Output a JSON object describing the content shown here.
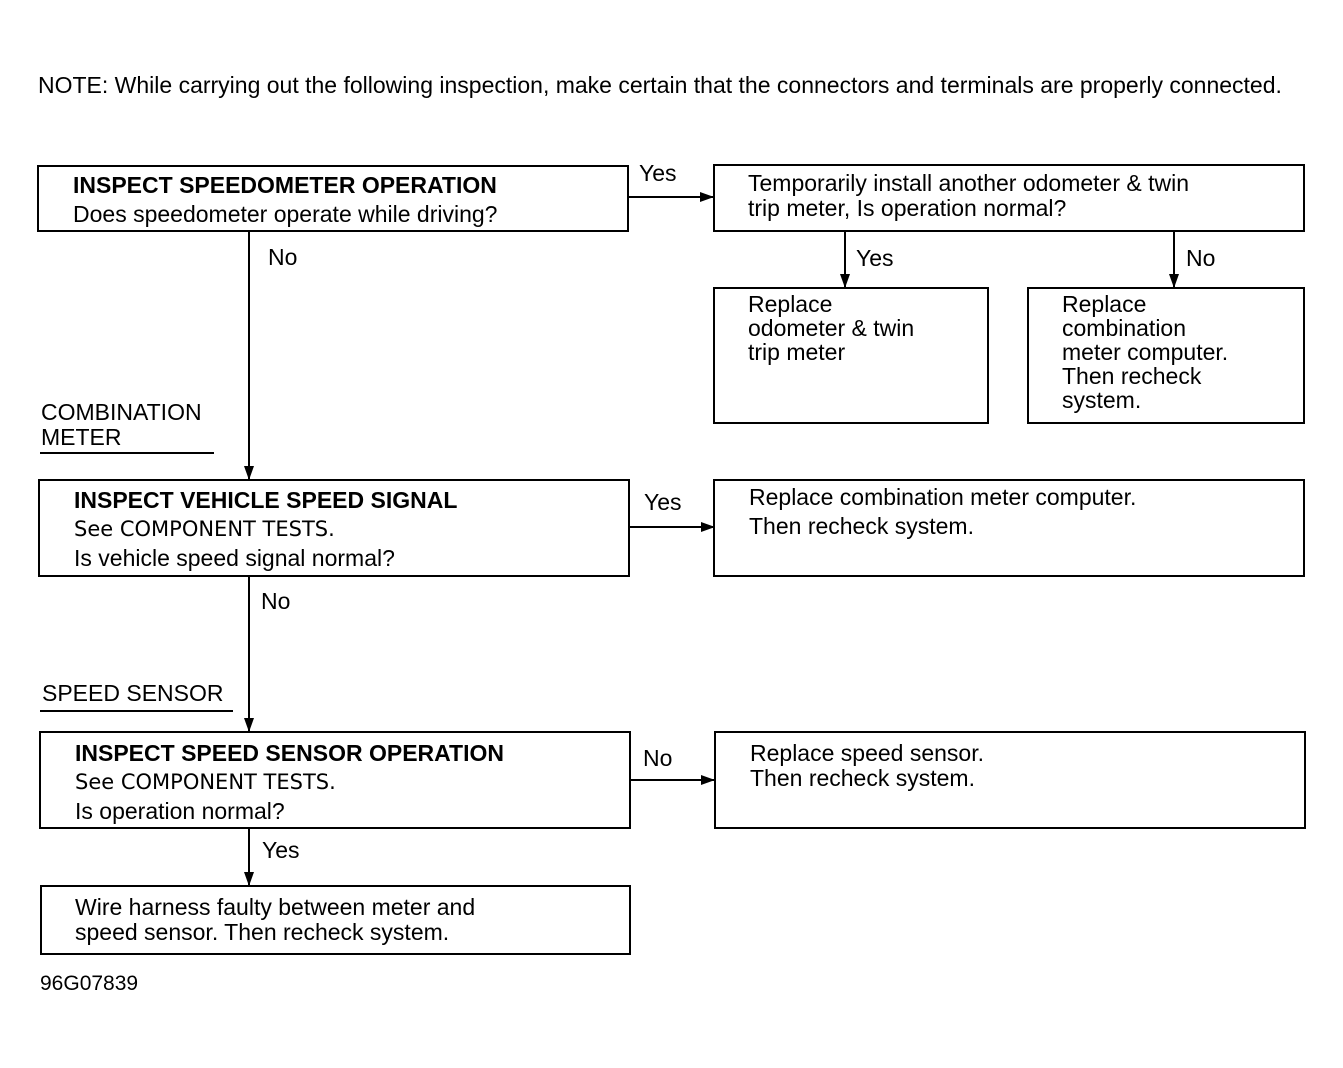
{
  "note": "NOTE:  While carrying out the following inspection, make certain that the connectors and terminals are properly connected.",
  "steps": {
    "speedometer": {
      "title": "INSPECT SPEEDOMETER OPERATION",
      "question": "Does speedometer operate while driving?"
    },
    "temp_install": {
      "lines": [
        "Temporarily install another odometer & twin",
        "trip meter, Is operation normal?"
      ]
    },
    "replace_odometer": {
      "lines": [
        "Replace",
        "odometer & twin",
        "trip meter"
      ]
    },
    "replace_computer_1": {
      "lines": [
        "Replace",
        "combination",
        "meter computer.",
        "Then recheck",
        "system."
      ]
    },
    "vehicle_speed": {
      "title": "INSPECT VEHICLE SPEED SIGNAL",
      "reference": "See COMPONENT TESTS.",
      "question": "Is vehicle speed signal normal?"
    },
    "replace_computer_2": {
      "lines": [
        "Replace combination meter computer.",
        "Then recheck system."
      ]
    },
    "speed_sensor": {
      "title": "INSPECT SPEED SENSOR OPERATION",
      "reference": "See COMPONENT TESTS.",
      "question": "Is operation normal?"
    },
    "replace_sensor": {
      "lines": [
        "Replace speed sensor.",
        "Then recheck system."
      ]
    },
    "wire_harness": {
      "lines": [
        "Wire harness faulty between meter and",
        "speed sensor. Then recheck system."
      ]
    }
  },
  "branches": {
    "speedometer_yes": "Yes",
    "speedometer_no": "No",
    "temp_yes": "Yes",
    "temp_no": "No",
    "vehicle_yes": "Yes",
    "vehicle_no": "No",
    "sensor_no": "No",
    "sensor_yes": "Yes"
  },
  "sections": {
    "combination_meter": [
      "COMBINATION",
      "METER"
    ],
    "speed_sensor": "SPEED SENSOR"
  },
  "figure_id": "96G07839"
}
